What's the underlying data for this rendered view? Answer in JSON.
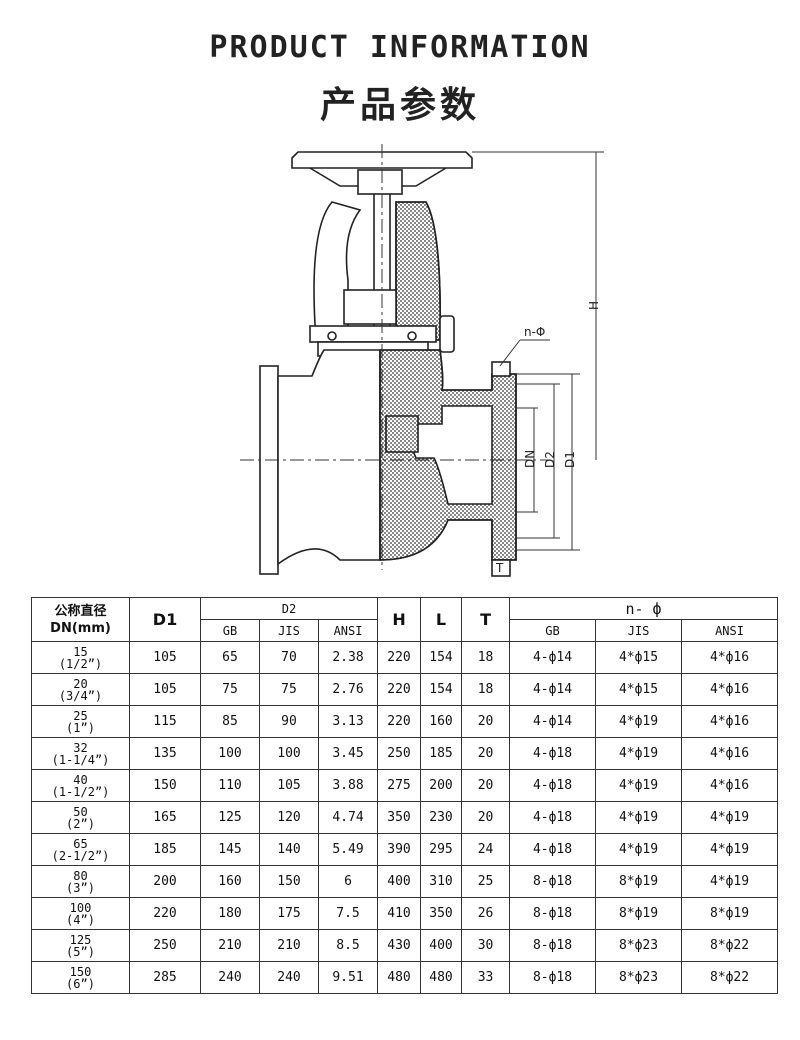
{
  "header": {
    "title_en": "PRODUCT INFORMATION",
    "title_cn": "产品参数"
  },
  "drawing": {
    "labels": {
      "n_phi": "n-Φ",
      "h": "H",
      "dn": "DN",
      "d2": "D2",
      "d1": "D1",
      "t": "T"
    }
  },
  "table": {
    "headers": {
      "dn_cn": "公称直径",
      "dn_unit": "DN(mm)",
      "d1": "D1",
      "d2": "D2",
      "h": "H",
      "l": "L",
      "t": "T",
      "n_phi": "n- ф",
      "gb": "GB",
      "jis": "JIS",
      "ansi": "ANSI"
    },
    "rows": [
      {
        "dn_mm": "15",
        "dn_in": "(1/2”)",
        "d1": "105",
        "d2_gb": "65",
        "d2_jis": "70",
        "d2_ansi": "2.38",
        "h": "220",
        "l": "154",
        "t": "18",
        "n_gb": "4-ф14",
        "n_jis": "4*ф15",
        "n_ansi": "4*ф16"
      },
      {
        "dn_mm": "20",
        "dn_in": "(3/4”)",
        "d1": "105",
        "d2_gb": "75",
        "d2_jis": "75",
        "d2_ansi": "2.76",
        "h": "220",
        "l": "154",
        "t": "18",
        "n_gb": "4-ф14",
        "n_jis": "4*ф15",
        "n_ansi": "4*ф16"
      },
      {
        "dn_mm": "25",
        "dn_in": "(1”)",
        "d1": "115",
        "d2_gb": "85",
        "d2_jis": "90",
        "d2_ansi": "3.13",
        "h": "220",
        "l": "160",
        "t": "20",
        "n_gb": "4-ф14",
        "n_jis": "4*ф19",
        "n_ansi": "4*ф16"
      },
      {
        "dn_mm": "32",
        "dn_in": "(1-1/4”)",
        "d1": "135",
        "d2_gb": "100",
        "d2_jis": "100",
        "d2_ansi": "3.45",
        "h": "250",
        "l": "185",
        "t": "20",
        "n_gb": "4-ф18",
        "n_jis": "4*ф19",
        "n_ansi": "4*ф16"
      },
      {
        "dn_mm": "40",
        "dn_in": "(1-1/2”)",
        "d1": "150",
        "d2_gb": "110",
        "d2_jis": "105",
        "d2_ansi": "3.88",
        "h": "275",
        "l": "200",
        "t": "20",
        "n_gb": "4-ф18",
        "n_jis": "4*ф19",
        "n_ansi": "4*ф16"
      },
      {
        "dn_mm": "50",
        "dn_in": "(2”)",
        "d1": "165",
        "d2_gb": "125",
        "d2_jis": "120",
        "d2_ansi": "4.74",
        "h": "350",
        "l": "230",
        "t": "20",
        "n_gb": "4-ф18",
        "n_jis": "4*ф19",
        "n_ansi": "4*ф19"
      },
      {
        "dn_mm": "65",
        "dn_in": "(2-1/2”)",
        "d1": "185",
        "d2_gb": "145",
        "d2_jis": "140",
        "d2_ansi": "5.49",
        "h": "390",
        "l": "295",
        "t": "24",
        "n_gb": "4-ф18",
        "n_jis": "4*ф19",
        "n_ansi": "4*ф19"
      },
      {
        "dn_mm": "80",
        "dn_in": "(3”)",
        "d1": "200",
        "d2_gb": "160",
        "d2_jis": "150",
        "d2_ansi": "6",
        "h": "400",
        "l": "310",
        "t": "25",
        "n_gb": "8-ф18",
        "n_jis": "8*ф19",
        "n_ansi": "4*ф19"
      },
      {
        "dn_mm": "100",
        "dn_in": "(4”)",
        "d1": "220",
        "d2_gb": "180",
        "d2_jis": "175",
        "d2_ansi": "7.5",
        "h": "410",
        "l": "350",
        "t": "26",
        "n_gb": "8-ф18",
        "n_jis": "8*ф19",
        "n_ansi": "8*ф19"
      },
      {
        "dn_mm": "125",
        "dn_in": "(5”)",
        "d1": "250",
        "d2_gb": "210",
        "d2_jis": "210",
        "d2_ansi": "8.5",
        "h": "430",
        "l": "400",
        "t": "30",
        "n_gb": "8-ф18",
        "n_jis": "8*ф23",
        "n_ansi": "8*ф22"
      },
      {
        "dn_mm": "150",
        "dn_in": "(6”)",
        "d1": "285",
        "d2_gb": "240",
        "d2_jis": "240",
        "d2_ansi": "9.51",
        "h": "480",
        "l": "480",
        "t": "33",
        "n_gb": "8-ф18",
        "n_jis": "8*ф23",
        "n_ansi": "8*ф22"
      }
    ]
  }
}
